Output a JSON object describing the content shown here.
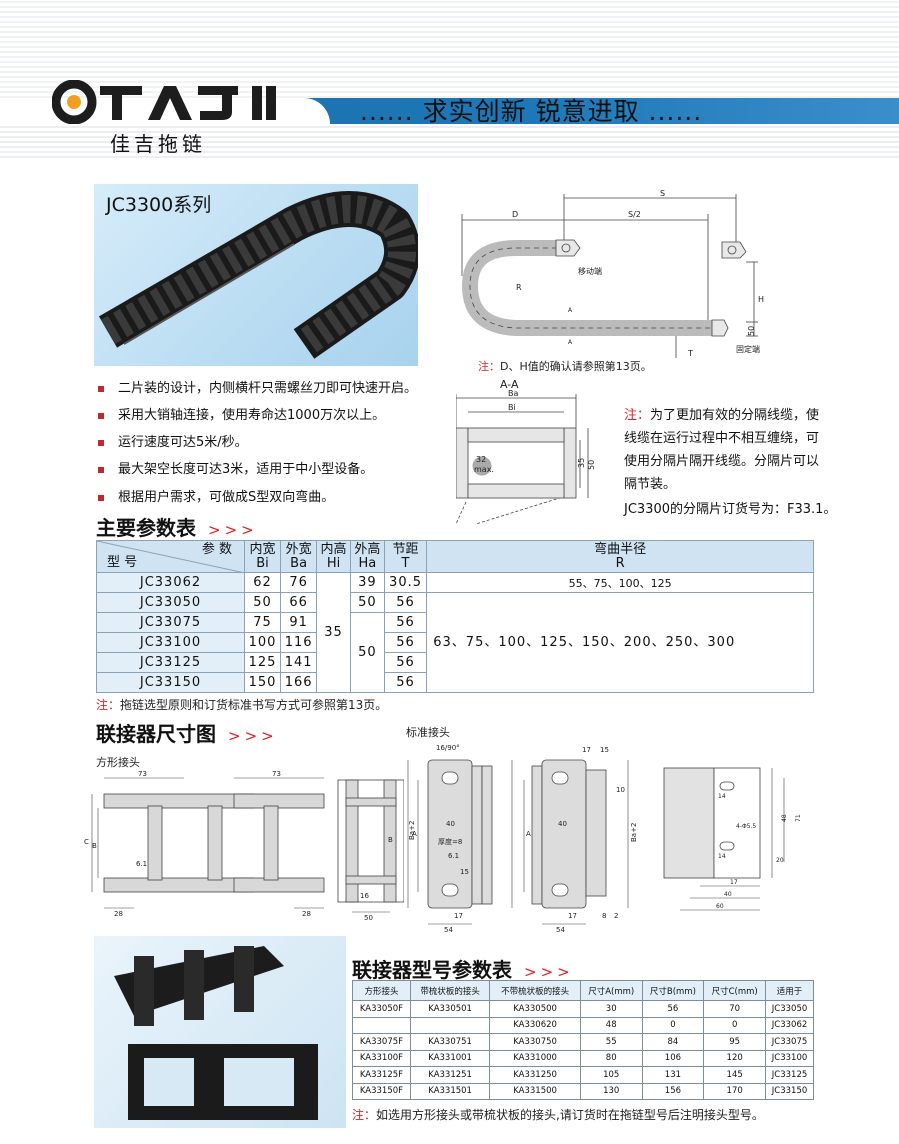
{
  "header": {
    "slogan": "...... 求实创新  锐意进取 ......",
    "brand": "佳吉拖链",
    "logo_icon": "qijiaji-logo"
  },
  "product": {
    "series": "JC3300系列"
  },
  "features": [
    "二片装的设计，内侧横杆只需螺丝刀即可快速开启。",
    "采用大销轴连接，使用寿命达1000万次以上。",
    "运行速度可达5米/秒。",
    "最大架空长度可达3米，适用于中小型设备。",
    "根据用户需求，可做成S型双向弯曲。"
  ],
  "diagram": {
    "S": "S",
    "S2": "S/2",
    "D": "D",
    "R": "R",
    "H": "H",
    "T": "T",
    "fifty": "50",
    "moving": "移动端",
    "fixed": "固定端",
    "A": "A",
    "note_prefix": "注：",
    "note": "D、H值的确认请参照第13页。"
  },
  "section": {
    "title": "A-A",
    "Ba": "Ba",
    "Bi": "Bi",
    "d35": "35",
    "d50": "50",
    "max": "32",
    "max2": "max."
  },
  "side_note": {
    "prefix": "注：",
    "text": "为了更加有效的分隔线缆，使线缆在运行过程中不相互缠绕，可使用分隔片隔开线缆。分隔片可以隔节装。",
    "order": "JC3300的分隔片订货号为：F33.1。"
  },
  "main_table": {
    "title": "主要参数表",
    "arrows": ">>>",
    "head_param": "参 数",
    "head_model": "型 号",
    "headers": [
      [
        "内宽",
        "Bi"
      ],
      [
        "外宽",
        "Ba"
      ],
      [
        "内高",
        "Hi"
      ],
      [
        "外高",
        "Ha"
      ],
      [
        "节距",
        "T"
      ],
      [
        "弯曲半径",
        "R"
      ]
    ],
    "models": [
      "JC33062",
      "JC33050",
      "JC33075",
      "JC33100",
      "JC33125",
      "JC33150"
    ],
    "bi": [
      "62",
      "50",
      "75",
      "100",
      "125",
      "150"
    ],
    "ba": [
      "76",
      "66",
      "91",
      "116",
      "141",
      "166"
    ],
    "hi": "35",
    "ha": [
      "39",
      "50",
      "50"
    ],
    "t": [
      "30.5",
      "56",
      "56",
      "56",
      "56",
      "56"
    ],
    "r1": "55、75、100、125",
    "r2": "63、75、100、125、150、200、250、300",
    "note_prefix": "注：",
    "note": "拖链选型原则和订货标准书写方式可参照第13页。"
  },
  "connector": {
    "title": "联接器尺寸图",
    "arrows": ">>>",
    "square": "方形接头",
    "standard": "标准接头",
    "dims": {
      "d73a": "73",
      "d73b": "73",
      "d28a": "28",
      "d28b": "28",
      "d61": "6.1",
      "d16": "16",
      "d50": "50",
      "C": "C",
      "B": "B",
      "A": "A",
      "B2": "B",
      "d16_90": "16/90°",
      "d40a": "40",
      "d40b": "40",
      "thick": "厚度=8",
      "d61b": "6.1",
      "d15": "15",
      "d17a": "17",
      "d54a": "54",
      "d54b": "54",
      "d17b": "17",
      "d8": "8",
      "d2": "2",
      "ba2a": "Ba+2",
      "ba2b": "Ba+2",
      "d17c": "17",
      "d15b": "15",
      "d10": "10",
      "r17": "17",
      "r40": "40",
      "r60": "60",
      "r48": "48",
      "r71": "71",
      "r14a": "14",
      "r14b": "14",
      "r4": "4-Φ5.5",
      "r20": "20"
    }
  },
  "connector_table": {
    "title": "联接器型号参数表",
    "arrows": ">>>",
    "headers": [
      "方形接头",
      "带梳状板的接头",
      "不带梳状板的接头",
      "尺寸A(mm)",
      "尺寸B(mm)",
      "尺寸C(mm)",
      "适用于"
    ],
    "rows": [
      [
        "KA33050F",
        "KA330501",
        "KA330500",
        "30",
        "56",
        "70",
        "JC33050"
      ],
      [
        "",
        "",
        "KA330620",
        "48",
        "0",
        "0",
        "JC33062"
      ],
      [
        "KA33075F",
        "KA330751",
        "KA330750",
        "55",
        "84",
        "95",
        "JC33075"
      ],
      [
        "KA33100F",
        "KA331001",
        "KA331000",
        "80",
        "106",
        "120",
        "JC33100"
      ],
      [
        "KA33125F",
        "KA331251",
        "KA331250",
        "105",
        "131",
        "145",
        "JC33125"
      ],
      [
        "KA33150F",
        "KA331501",
        "KA331500",
        "130",
        "156",
        "170",
        "JC33150"
      ]
    ],
    "note_prefix": "注：",
    "note": "如选用方形接头或带梳状板的接头,请订货时在拖链型号后注明接头型号。"
  },
  "colors": {
    "accent": "#1e78b8",
    "red": "#d22222",
    "table_head": "#cfe3f2"
  }
}
